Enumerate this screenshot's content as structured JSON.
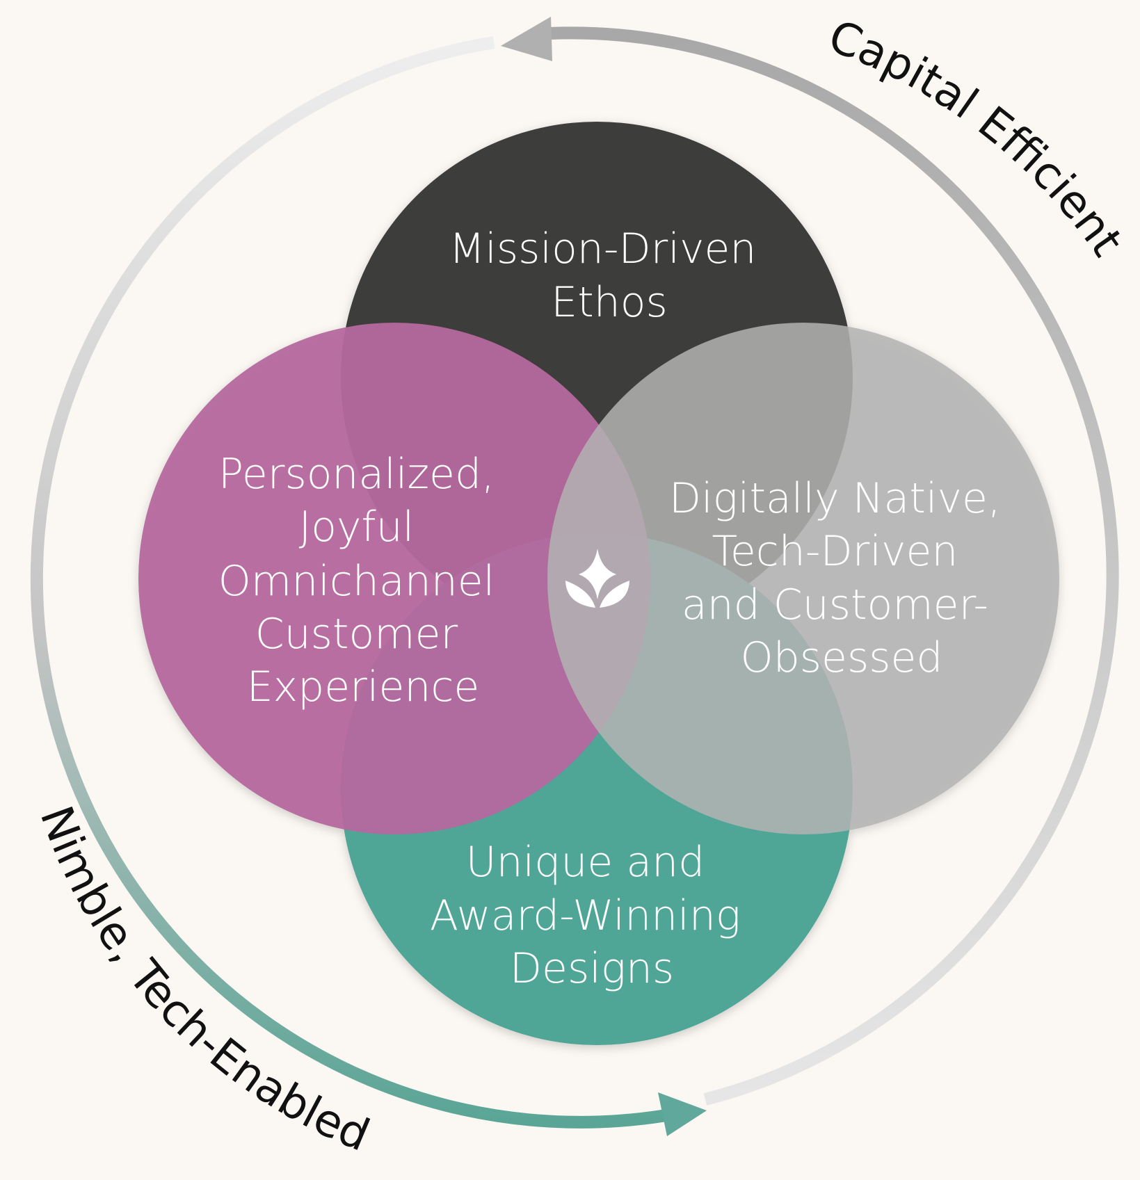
{
  "diagram": {
    "circles": [
      {
        "id": "top",
        "lines": [
          "Mission-Driven",
          "Ethos"
        ],
        "color": "#3c3c3b"
      },
      {
        "id": "left",
        "lines": [
          "Personalized,",
          "Joyful",
          "Omnichannel",
          "Customer",
          "Experience"
        ],
        "color": "#b5689e"
      },
      {
        "id": "right",
        "lines": [
          "Digitally Native,",
          "Tech-Driven",
          "and Customer-",
          "Obsessed"
        ],
        "color": "#b3b3b3"
      },
      {
        "id": "bottom",
        "lines": [
          "Unique and",
          "Award-Winning",
          "Designs"
        ],
        "color": "#4fa596"
      }
    ],
    "center_icon": "lotus-logo-icon",
    "arc_labels": {
      "capital": "Capital Efficient",
      "nimble": "Nimble, Tech-Enabled"
    },
    "colors": {
      "background": "#fbf7f3",
      "ring_gray": "#b0b0b0",
      "ring_light": "#ebebeb",
      "ring_teal": "#5fa89b"
    }
  }
}
